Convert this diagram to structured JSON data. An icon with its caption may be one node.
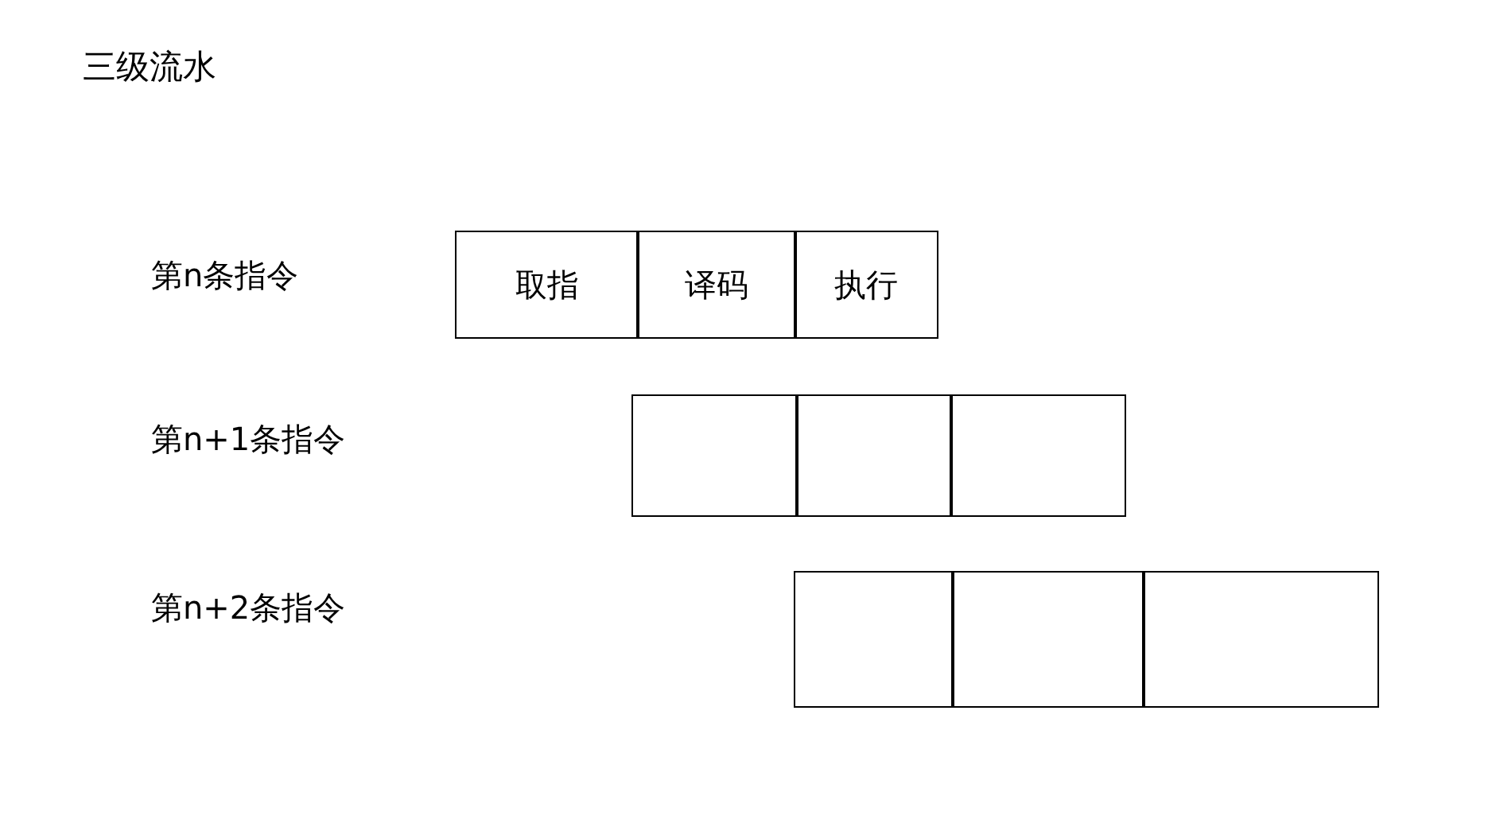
{
  "diagram": {
    "title": "三级流水",
    "nodes": [
      {
        "text": [],
        "shape": "bar"
      },
      {
        "text": [
          "取指"
        ],
        "in": 0
      },
      {
        "text": [
          "译码"
        ],
        "in": 0
      },
      {
        "text": [
          "执行"
        ],
        "in": 0
      },
      {
        "text": [],
        "shape": "bar"
      },
      {
        "text": [],
        "shape": "box",
        "in": 4
      },
      {
        "text": [],
        "shape": "box",
        "in": 4
      },
      {
        "text": [],
        "shape": "box",
        "in": 4
      },
      {
        "text": [],
        "shape": "bar"
      },
      {
        "text": [],
        "shape": "box",
        "in": 8
      },
      {
        "text": [],
        "shape": "box",
        "in": 8
      },
      {
        "text": [],
        "shape": "box",
        "in": 8
      }
    ],
    "edges": [],
    "labels": [
      "第n条指令",
      "第n+1条指令",
      "第n+2条指令"
    ]
  }
}
